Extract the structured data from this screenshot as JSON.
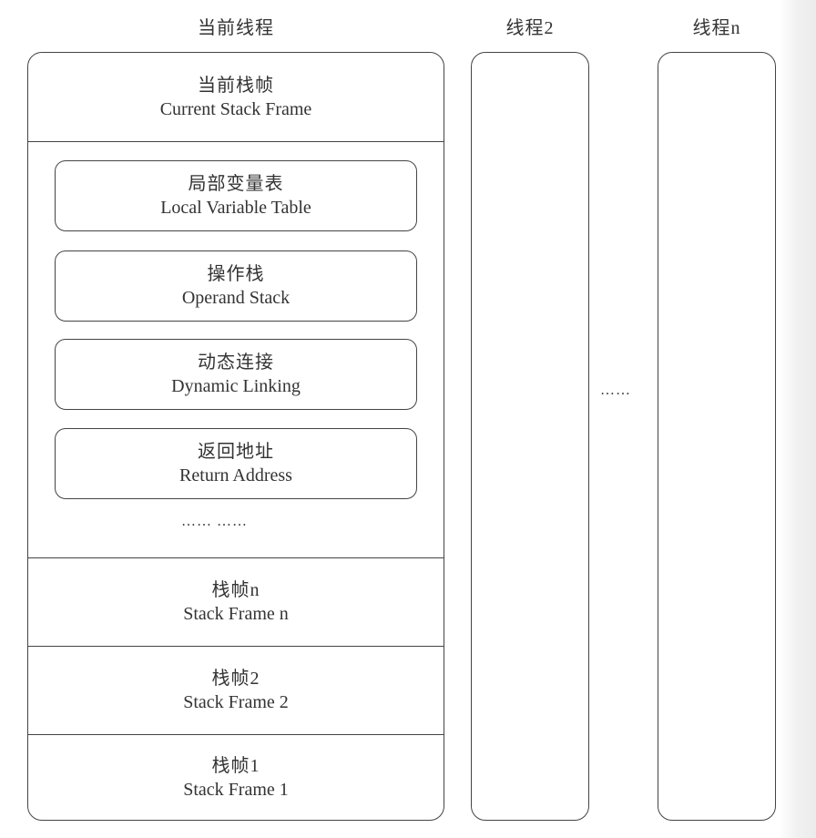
{
  "columns": {
    "current_thread": {
      "title": "当前线程"
    },
    "thread_2": {
      "title": "线程2"
    },
    "thread_n": {
      "title": "线程n"
    }
  },
  "current_frame": {
    "zh": "当前栈帧",
    "en": "Current Stack Frame"
  },
  "frame_components": [
    {
      "zh": "局部变量表",
      "en": "Local Variable Table"
    },
    {
      "zh": "操作栈",
      "en": "Operand Stack"
    },
    {
      "zh": "动态连接",
      "en": "Dynamic Linking"
    },
    {
      "zh": "返回地址",
      "en": "Return Address"
    }
  ],
  "frame_components_ellipsis": "…… ……",
  "stack_frames": [
    {
      "zh": "栈帧n",
      "en": "Stack Frame n"
    },
    {
      "zh": "栈帧2",
      "en": "Stack Frame 2"
    },
    {
      "zh": "栈帧1",
      "en": "Stack Frame 1"
    }
  ],
  "between_threads_ellipsis": "……",
  "colors": {
    "border": "#444444",
    "text": "#333333",
    "background": "#ffffff"
  }
}
